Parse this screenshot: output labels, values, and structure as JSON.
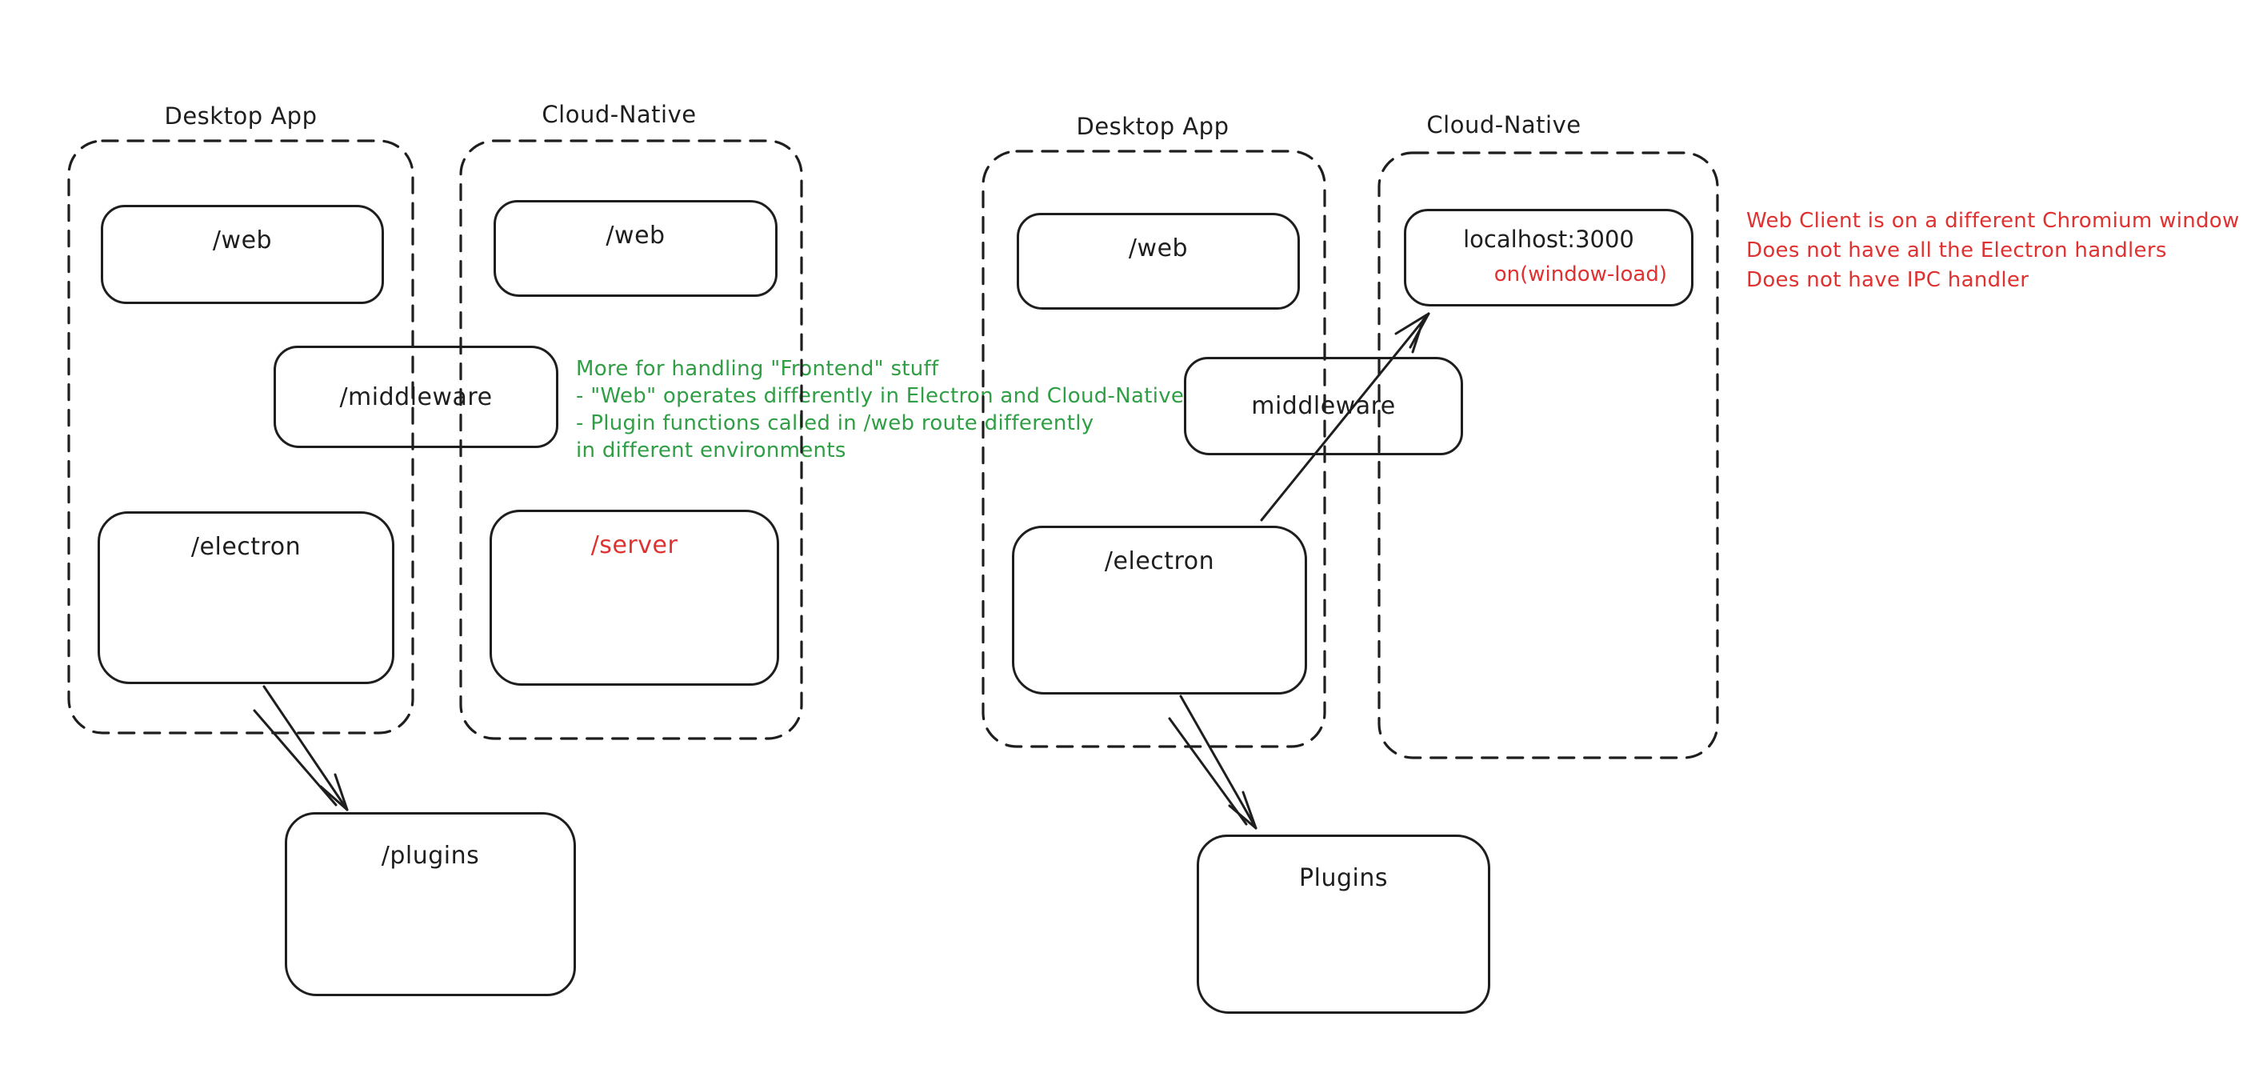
{
  "palette": {
    "stroke": "#1e1e1e",
    "red": "#e03131",
    "green": "#2f9e44",
    "background": "#ffffff"
  },
  "left": {
    "desktop": {
      "label": "Desktop App",
      "web": "/web",
      "electron": "/electron"
    },
    "cloud": {
      "label": "Cloud-Native",
      "web": "/web",
      "server": "/server"
    },
    "middleware": "/middleware",
    "plugins": "/plugins",
    "green_note": [
      "More for handling \"Frontend\" stuff",
      "- \"Web\" operates differently in Electron and Cloud-Native",
      "- Plugin functions called in /web route differently",
      "in different environments"
    ]
  },
  "right": {
    "desktop": {
      "label": "Desktop App",
      "web": "/web",
      "electron": "/electron"
    },
    "cloud": {
      "label": "Cloud-Native",
      "client_title": "localhost:3000",
      "client_event": "on(window-load)"
    },
    "middleware": "middleware",
    "plugins": "Plugins",
    "red_note": [
      "Web Client is on a different Chromium window",
      "Does not have all the Electron handlers",
      "Does not have IPC handler"
    ]
  }
}
